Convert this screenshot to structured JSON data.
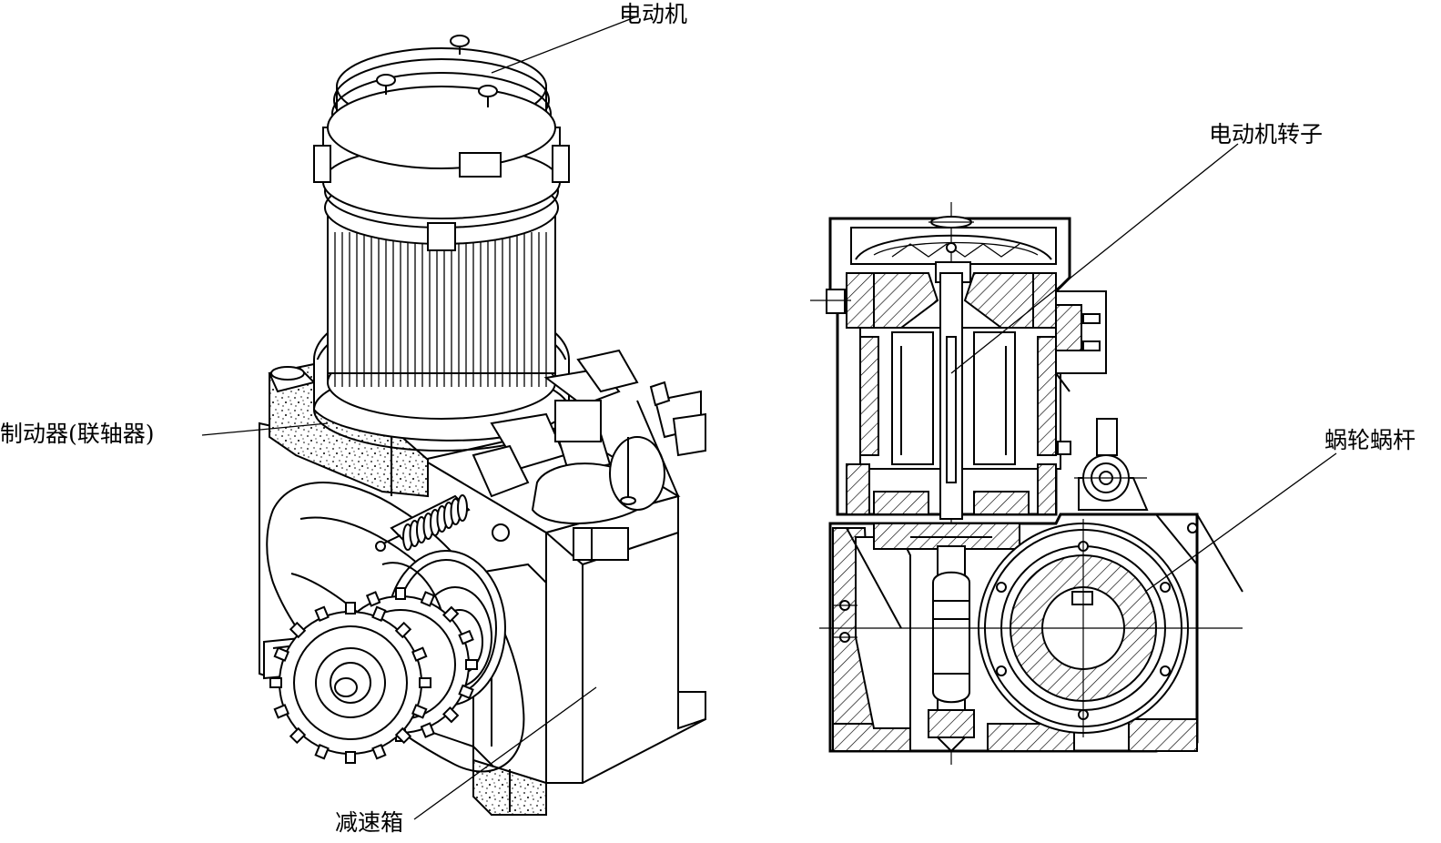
{
  "labels": {
    "motor": "电动机",
    "motor_rotor": "电动机转子",
    "brake_coupling": "制动器(联轴器)",
    "worm_gear": "蜗轮蜗杆",
    "gearbox": "减速箱"
  }
}
